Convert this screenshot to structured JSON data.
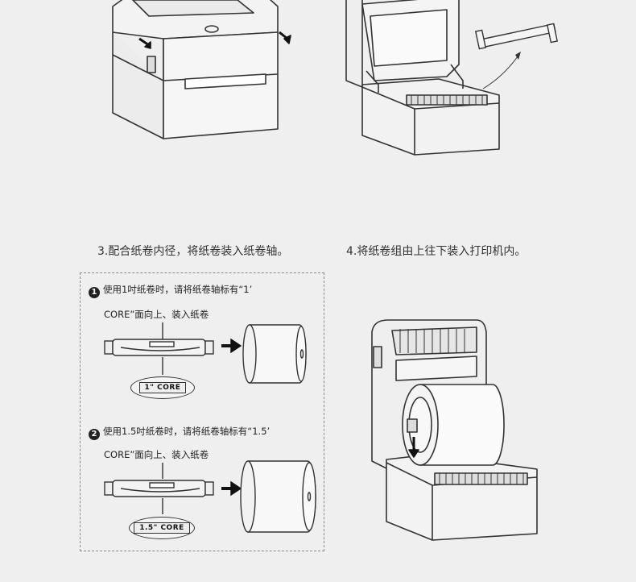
{
  "steps": {
    "step3_caption": "3.配合纸卷内径，将纸卷装入纸卷轴。",
    "step4_caption": "4.将纸卷组由上往下装入打印机内。"
  },
  "core_box": {
    "option1": {
      "number": "1",
      "line1": "使用1吋纸卷时，请将纸卷轴标有“1’",
      "line2": "CORE”面向上、装入纸卷",
      "tag": "1\" CORE"
    },
    "option2": {
      "number": "2",
      "line1": "使用1.5吋纸卷时，请将纸卷轴标有“1.5’",
      "line2": "CORE”面向上、装入纸卷",
      "tag": "1.5\" CORE"
    }
  }
}
